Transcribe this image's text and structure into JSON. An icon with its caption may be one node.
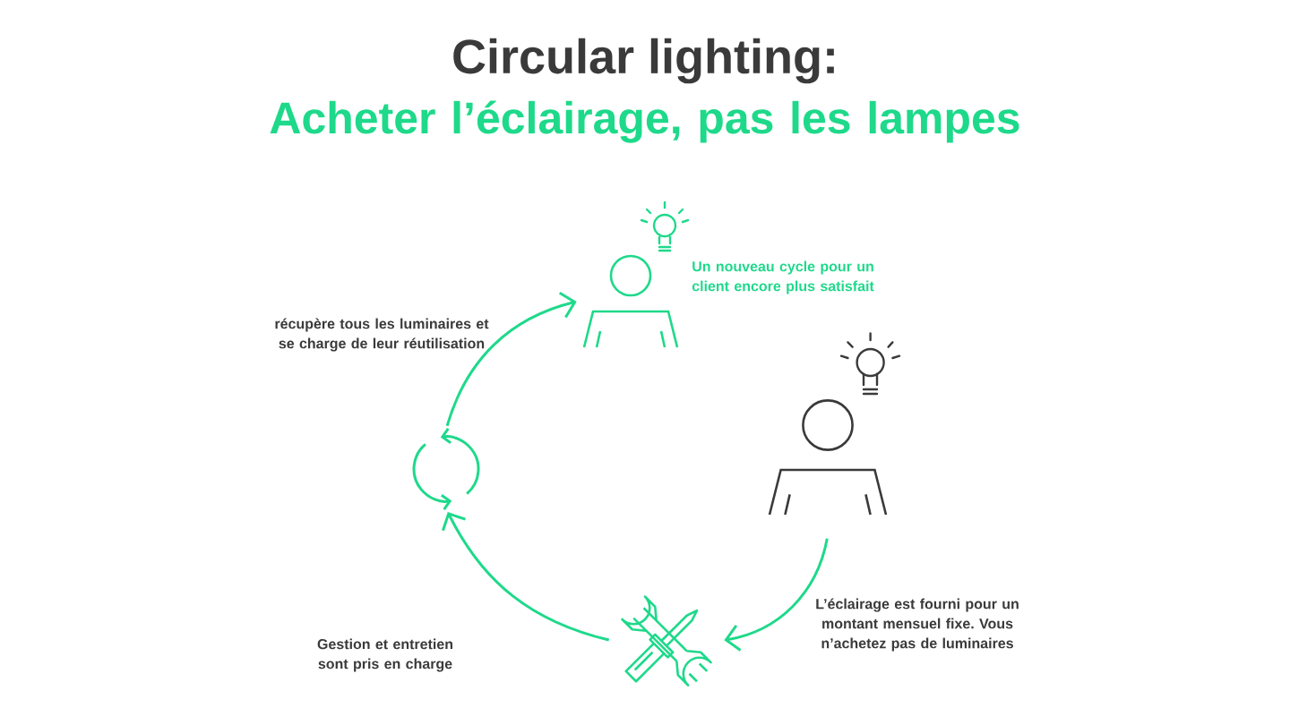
{
  "diagram": {
    "title": "Circular lighting:",
    "nodes": [
      {
        "text": [],
        "shape": "person"
      },
      {
        "text": [],
        "shape": "person"
      },
      {
        "text": [],
        "shape": "tools"
      },
      {
        "text": [],
        "shape": "cycle"
      }
    ],
    "edges": [
      {
        "from": 1,
        "to": 2,
        "arrow": "to"
      },
      {
        "from": 2,
        "to": 3,
        "arrow": "to"
      },
      {
        "from": 3,
        "to": 0,
        "arrow": "to"
      }
    ],
    "labels": [
      "Acheter l’éclairage, pas les lampes",
      "Un nouveau cycle pour un client encore plus satisfait",
      "récupère tous les luminaires et se charge de leur réutilisation",
      "L’éclairage est fourni pour un montant mensuel fixe. Vous n’achetez pas de luminaires",
      "Gestion et entretien sont pris en charge"
    ]
  }
}
